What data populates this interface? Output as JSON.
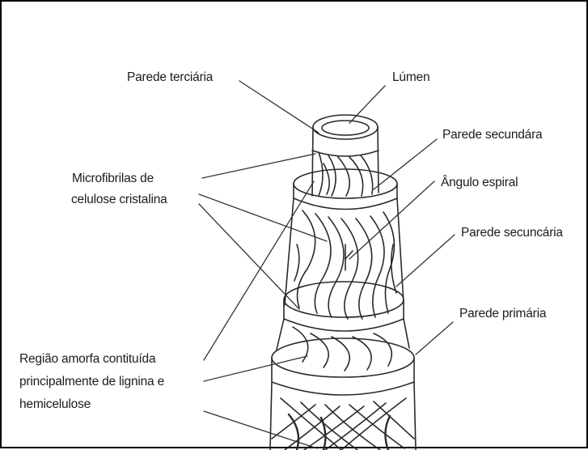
{
  "labels": {
    "parede_terciaria": "Parede terciária",
    "lumen": "Lúmen",
    "parede_secundara": "Parede secundára",
    "microfibrilas_1": "Microfibrilas de",
    "microfibrilas_2": "celulose cristalina",
    "angulo_espiral": "Ângulo espiral",
    "parede_secuncaria": "Parede secuncária",
    "parede_primaria": "Parede  primária",
    "regiao_1": "Região amorfa contituída",
    "regiao_2": "principalmente de lignina e",
    "regiao_3": "hemicelulose"
  }
}
